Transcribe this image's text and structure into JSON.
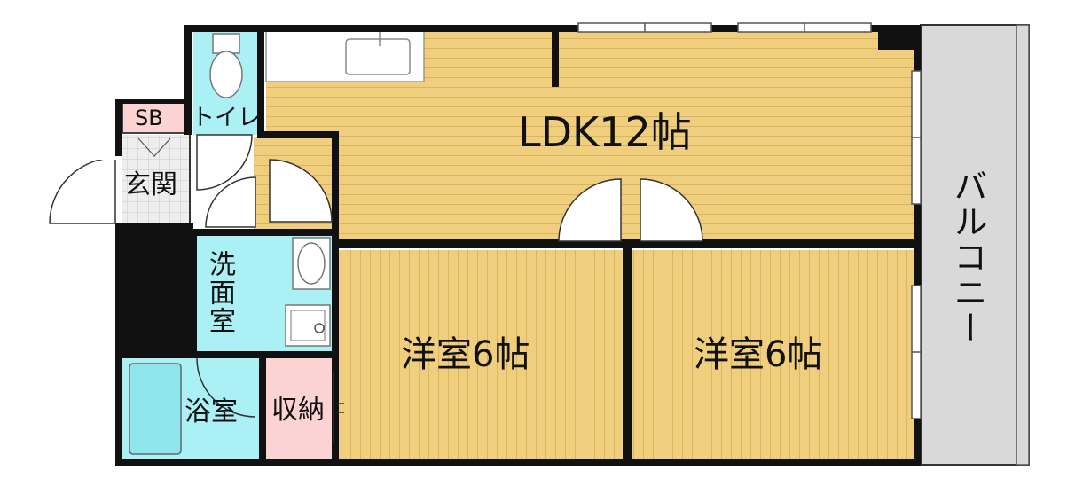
{
  "rooms": {
    "ldk": "LDK12帖",
    "western1": "洋室6帖",
    "western2": "洋室6帖",
    "toilet": "トイレ",
    "shoebox": "SB",
    "entrance": "玄関",
    "washroom": "洗面室",
    "bathroom": "浴室",
    "storage": "収納",
    "balcony": "バルコニー"
  },
  "colors": {
    "wall": "#111111",
    "floor_wood": "#efcf7e",
    "floor_wood_line": "#dcb560",
    "wet_area": "#aaf0f4",
    "storage": "#fbd3d3",
    "balcony": "#d9d9d9",
    "tile": "#e6e6e6"
  }
}
